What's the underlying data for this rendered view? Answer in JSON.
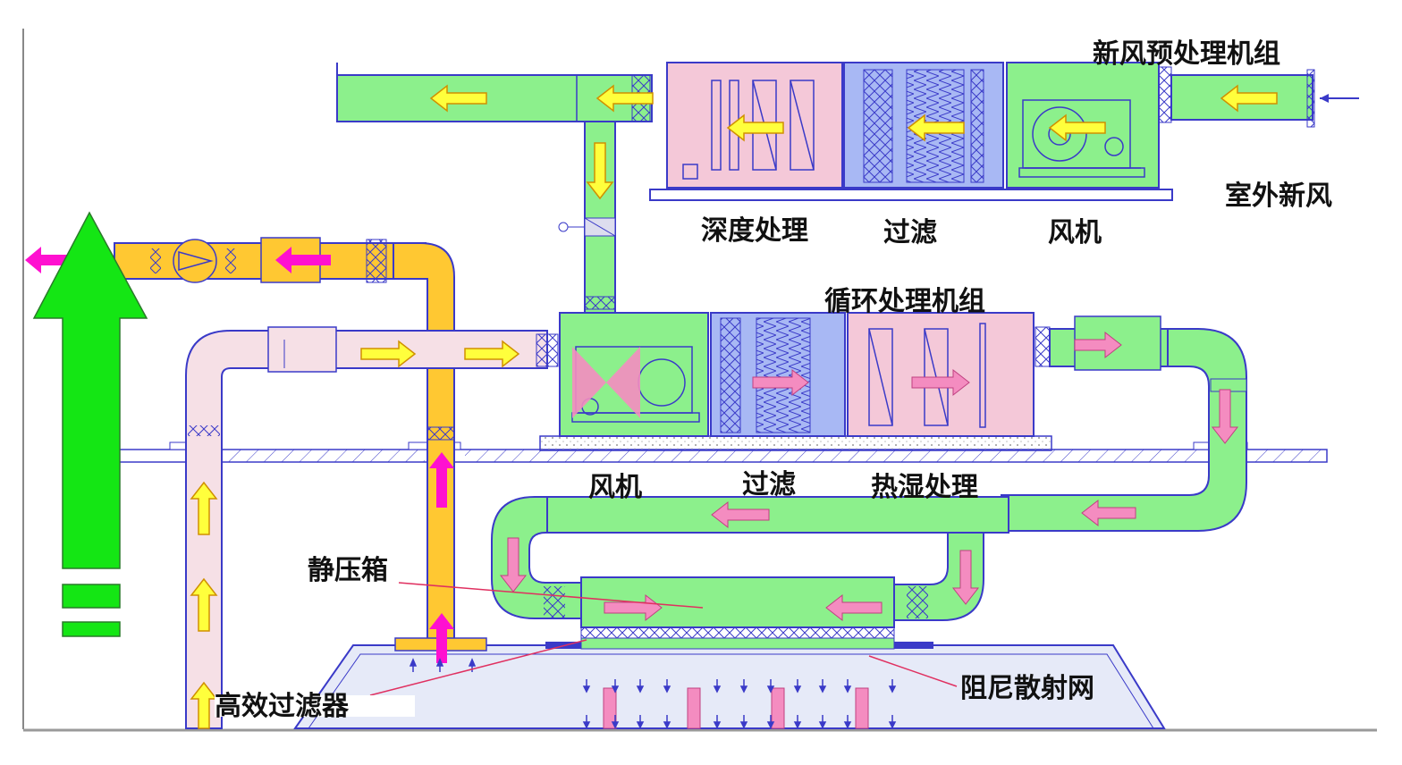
{
  "labels": {
    "fresh_unit": "新风预处理机组",
    "outdoor_air": "室外新风",
    "deep_treatment": "深度处理",
    "filter_top": "过滤",
    "fan_top": "风机",
    "recirc_unit": "循环处理机组",
    "fan_bottom": "风机",
    "filter_bottom": "过滤",
    "heat_humid": "热湿处理",
    "static_box": "静压箱",
    "hepa_filter": "高效过滤器",
    "damping_mesh": "阻尼散射网"
  },
  "colors": {
    "duct_green": "#8cf08c",
    "duct_pink": "#f6e0e6",
    "duct_orange": "#ffc832",
    "unit_pink": "#f4c8d8",
    "unit_blue": "#a8b8f4",
    "outline": "#3a3ac8",
    "arrow_yellow": "#ffff3c",
    "arrow_pink": "#f48cc0",
    "arrow_magenta": "#ff10d0",
    "big_arrow_green": "#14e614",
    "room_fill": "#e6eaf8"
  },
  "icons": {
    "big_arrow": "big-green-up-arrow-icon",
    "flow_arrow": "flow-arrow-icon",
    "fan": "fan-icon",
    "filter": "filter-icon",
    "coil": "coil-icon"
  }
}
